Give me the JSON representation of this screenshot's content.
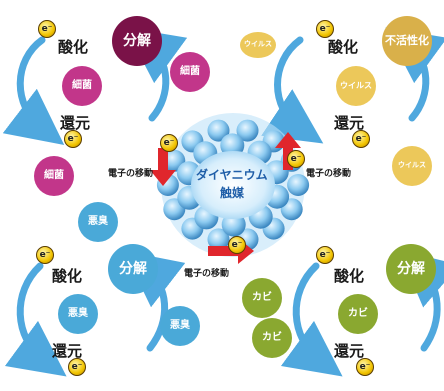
{
  "center": {
    "line1": "ダイヤニウム",
    "line2": "触媒"
  },
  "electron_label": "e⁻",
  "electron_move": "電子の移動",
  "cycles": [
    {
      "oxidation": "酸化",
      "reduction": "還元",
      "action": "分解",
      "action_color": "#7a1248",
      "inner": "細菌"
    },
    {
      "oxidation": "酸化",
      "reduction": "還元",
      "action": "不活性化",
      "action_color": "#d9b04a",
      "inner": "ウイルス"
    },
    {
      "oxidation": "酸化",
      "reduction": "還元",
      "action": "分解",
      "action_color": "#4aa9d8",
      "inner": "悪臭"
    },
    {
      "oxidation": "酸化",
      "reduction": "還元",
      "action": "分解",
      "action_color": "#8aa830",
      "inner": "カビ"
    }
  ],
  "floating": {
    "bacteria_right": "細菌",
    "bacteria_left": "細菌",
    "virus_top": "ウイルス",
    "virus_right": "ウイルス",
    "odor_left": "悪臭",
    "odor_bottom": "悪臭",
    "mold_center": "カビ",
    "mold_bottom": "カビ"
  },
  "colors": {
    "cycle_arrow": "#4fa8de",
    "red_arrow": "#e0262c",
    "bacteria": "#c2368a",
    "virus": "#ecc85a",
    "odor": "#4aa9d8",
    "mold": "#8aa830",
    "catalyst": "#8ccaf0"
  },
  "icons": [
    "electron-icon",
    "cycle-arrow-icon",
    "red-arrow-icon"
  ]
}
